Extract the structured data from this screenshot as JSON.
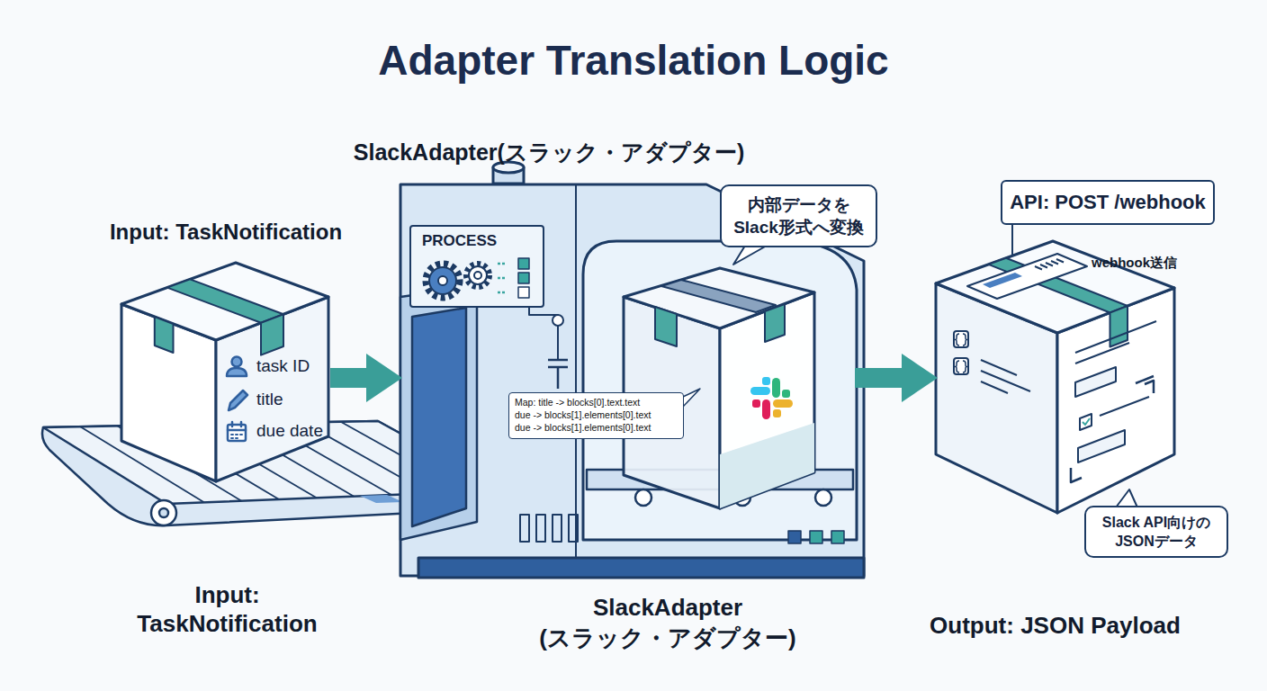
{
  "diagram": {
    "title": "Adapter Translation Logic",
    "nodes": [
      {
        "text": [
          "Input: TaskNotification",
          "task ID",
          "title",
          "due date"
        ]
      },
      {
        "text": [
          "SlackAdapter(スラック・アダプター)"
        ]
      },
      {
        "text": [
          "PROCESS"
        ],
        "in": 1
      },
      {
        "text": [
          "内部データを Slack形式へ変換"
        ],
        "in": 1
      },
      {
        "text": [
          "Map: title -> blocks[0].text.text",
          "due -> blocks[1].elements[0].text",
          "due -> blocks[1].elements[0].text"
        ],
        "in": 1
      },
      {
        "text": [
          "API: POST /webhook"
        ]
      },
      {
        "text": [
          "Output: JSON Payload"
        ]
      },
      {
        "text": [
          "Slack API向けの JSONデータ"
        ]
      }
    ],
    "edges": [
      {
        "from": 0,
        "to": 1,
        "arrow": "to"
      },
      {
        "from": 1,
        "to": 6,
        "arrow": "to"
      },
      {
        "from": 5,
        "to": 6,
        "arrow": "none"
      }
    ],
    "labels": [
      "webhook送信",
      "Input: TaskNotification",
      "SlackAdapter (スラック・アダプター)"
    ]
  }
}
